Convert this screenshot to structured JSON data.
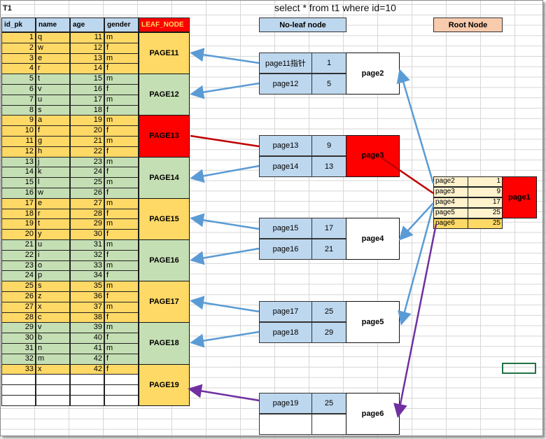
{
  "sheet_label": "T1",
  "query_text": "select * from t1 where id=10",
  "leaf_table": {
    "columns": [
      "id_pk",
      "name",
      "age",
      "gender"
    ],
    "leaf_header": "LEAF_NODE",
    "rows": [
      {
        "id": "1",
        "name": "q",
        "age": "11",
        "gender": "m"
      },
      {
        "id": "2",
        "name": "w",
        "age": "12",
        "gender": "f"
      },
      {
        "id": "3",
        "name": "e",
        "age": "13",
        "gender": "m"
      },
      {
        "id": "4",
        "name": "r",
        "age": "14",
        "gender": "f"
      },
      {
        "id": "5",
        "name": "t",
        "age": "15",
        "gender": "m"
      },
      {
        "id": "6",
        "name": "v",
        "age": "16",
        "gender": "f"
      },
      {
        "id": "7",
        "name": "u",
        "age": "17",
        "gender": "m"
      },
      {
        "id": "8",
        "name": "s",
        "age": "18",
        "gender": "f"
      },
      {
        "id": "9",
        "name": "a",
        "age": "19",
        "gender": "m"
      },
      {
        "id": "10",
        "name": "f",
        "age": "20",
        "gender": "f"
      },
      {
        "id": "11",
        "name": "g",
        "age": "21",
        "gender": "m"
      },
      {
        "id": "12",
        "name": "h",
        "age": "22",
        "gender": "f"
      },
      {
        "id": "13",
        "name": "j",
        "age": "23",
        "gender": "m"
      },
      {
        "id": "14",
        "name": "k",
        "age": "24",
        "gender": "f"
      },
      {
        "id": "15",
        "name": "l",
        "age": "25",
        "gender": "m"
      },
      {
        "id": "16",
        "name": "w",
        "age": "26",
        "gender": "f"
      },
      {
        "id": "17",
        "name": "e",
        "age": "27",
        "gender": "m"
      },
      {
        "id": "18",
        "name": "r",
        "age": "28",
        "gender": "f"
      },
      {
        "id": "19",
        "name": "t",
        "age": "29",
        "gender": "m"
      },
      {
        "id": "20",
        "name": "y",
        "age": "30",
        "gender": "f"
      },
      {
        "id": "21",
        "name": "u",
        "age": "31",
        "gender": "m"
      },
      {
        "id": "22",
        "name": "i",
        "age": "32",
        "gender": "f"
      },
      {
        "id": "23",
        "name": "o",
        "age": "33",
        "gender": "m"
      },
      {
        "id": "24",
        "name": "p",
        "age": "34",
        "gender": "f"
      },
      {
        "id": "25",
        "name": "s",
        "age": "35",
        "gender": "m"
      },
      {
        "id": "26",
        "name": "z",
        "age": "36",
        "gender": "f"
      },
      {
        "id": "27",
        "name": "x",
        "age": "37",
        "gender": "m"
      },
      {
        "id": "28",
        "name": "c",
        "age": "38",
        "gender": "f"
      },
      {
        "id": "29",
        "name": "v",
        "age": "39",
        "gender": "m"
      },
      {
        "id": "30",
        "name": "b",
        "age": "40",
        "gender": "f"
      },
      {
        "id": "31",
        "name": "n",
        "age": "41",
        "gender": "m"
      },
      {
        "id": "32",
        "name": "m",
        "age": "42",
        "gender": "f"
      },
      {
        "id": "33",
        "name": "x",
        "age": "42",
        "gender": "f"
      }
    ],
    "pages": [
      "PAGE11",
      "PAGE12",
      "PAGE13",
      "PAGE14",
      "PAGE15",
      "PAGE16",
      "PAGE17",
      "PAGE18",
      "PAGE19"
    ]
  },
  "nonleaf": {
    "header": "No-leaf node",
    "nodes": [
      {
        "name": "page2",
        "entries": [
          {
            "label": "page11指针",
            "key": "1"
          },
          {
            "label": "page12",
            "key": "5"
          }
        ]
      },
      {
        "name": "page3",
        "entries": [
          {
            "label": "page13",
            "key": "9"
          },
          {
            "label": "page14",
            "key": "13"
          }
        ]
      },
      {
        "name": "page4",
        "entries": [
          {
            "label": "page15",
            "key": "17"
          },
          {
            "label": "page16",
            "key": "21"
          }
        ]
      },
      {
        "name": "page5",
        "entries": [
          {
            "label": "page17",
            "key": "25"
          },
          {
            "label": "page18",
            "key": "29"
          }
        ]
      },
      {
        "name": "page6",
        "entries": [
          {
            "label": "page19",
            "key": "25"
          },
          {
            "label": "",
            "key": ""
          }
        ]
      }
    ]
  },
  "root": {
    "header": "Root Node",
    "name": "page1",
    "entries": [
      {
        "label": "page2",
        "key": "1"
      },
      {
        "label": "page3",
        "key": "9"
      },
      {
        "label": "page4",
        "key": "17"
      },
      {
        "label": "page5",
        "key": "25"
      },
      {
        "label": "page6",
        "key": "25"
      }
    ]
  },
  "colors": {
    "yellow": "#ffd966",
    "green": "#c5dfb4",
    "blue": "#bdd7ee",
    "red": "#ff0000",
    "peach": "#f8cbad",
    "arrow_blue": "#5b9bd5",
    "arrow_red": "#c00000",
    "arrow_purple": "#7030a0"
  }
}
